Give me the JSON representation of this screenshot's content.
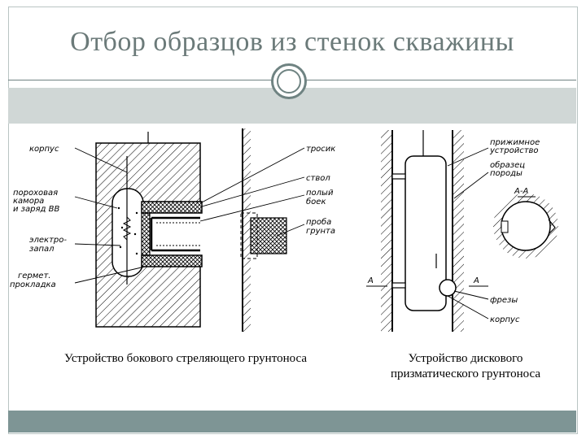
{
  "title": "Отбор образцов из стенок скважины",
  "captions": {
    "left": "Устройство бокового стреляющего грунтоноса",
    "right": "Устройство дискового призматического грунтоноса"
  },
  "left_diagram": {
    "labels": {
      "korpus": "корпус",
      "porokh1": "пороховая",
      "porokh2": "камора",
      "porokh3": "и заряд ВВ",
      "elektro1": "электро-",
      "elektro2": "запал",
      "germet1": "гермет.",
      "germet2": "прокладка",
      "trosik": "тросик",
      "stvol": "ствол",
      "boek1": "полый",
      "boek2": "боек",
      "proba1": "проба",
      "proba2": "грунта"
    }
  },
  "right_diagram": {
    "labels": {
      "prizhim1": "прижимное",
      "prizhim2": "устройство",
      "obrazec1": "образец",
      "obrazec2": "породы",
      "section": "А-А",
      "a_left": "А",
      "a_right": "А",
      "frezy": "фрезы",
      "korpus": "корпус"
    }
  },
  "colors": {
    "title": "#6b7a79",
    "accent": "#6f8382",
    "band": "#d0d7d6",
    "footer": "#7e9595"
  }
}
